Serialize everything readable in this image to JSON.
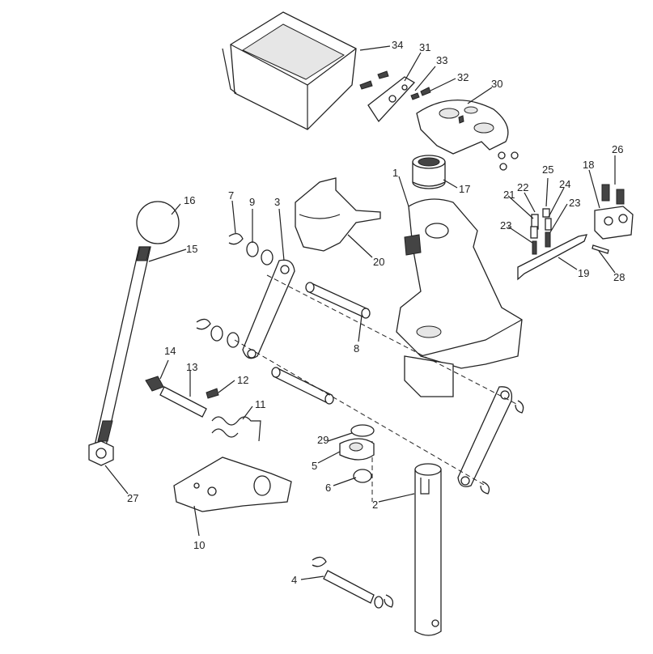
{
  "callouts": [
    {
      "id": "c1",
      "text": "1"
    },
    {
      "id": "c2",
      "text": "2"
    },
    {
      "id": "c3",
      "text": "3"
    },
    {
      "id": "c4",
      "text": "4"
    },
    {
      "id": "c5",
      "text": "5"
    },
    {
      "id": "c6",
      "text": "6"
    },
    {
      "id": "c7",
      "text": "7"
    },
    {
      "id": "c8",
      "text": "8"
    },
    {
      "id": "c9",
      "text": "9"
    },
    {
      "id": "c10",
      "text": "10"
    },
    {
      "id": "c11",
      "text": "11"
    },
    {
      "id": "c12",
      "text": "12"
    },
    {
      "id": "c13",
      "text": "13"
    },
    {
      "id": "c14",
      "text": "14"
    },
    {
      "id": "c15",
      "text": "15"
    },
    {
      "id": "c16",
      "text": "16"
    },
    {
      "id": "c17",
      "text": "17"
    },
    {
      "id": "c18",
      "text": "18"
    },
    {
      "id": "c19",
      "text": "19"
    },
    {
      "id": "c20",
      "text": "20"
    },
    {
      "id": "c21",
      "text": "21"
    },
    {
      "id": "c22",
      "text": "22"
    },
    {
      "id": "c23a",
      "text": "23"
    },
    {
      "id": "c23b",
      "text": "23"
    },
    {
      "id": "c24",
      "text": "24"
    },
    {
      "id": "c25",
      "text": "25"
    },
    {
      "id": "c26",
      "text": "26"
    },
    {
      "id": "c27",
      "text": "27"
    },
    {
      "id": "c28",
      "text": "28"
    },
    {
      "id": "c29",
      "text": "29"
    },
    {
      "id": "c30",
      "text": "30"
    },
    {
      "id": "c31",
      "text": "31"
    },
    {
      "id": "c32",
      "text": "32"
    },
    {
      "id": "c33",
      "text": "33"
    },
    {
      "id": "c34",
      "text": "34"
    }
  ]
}
